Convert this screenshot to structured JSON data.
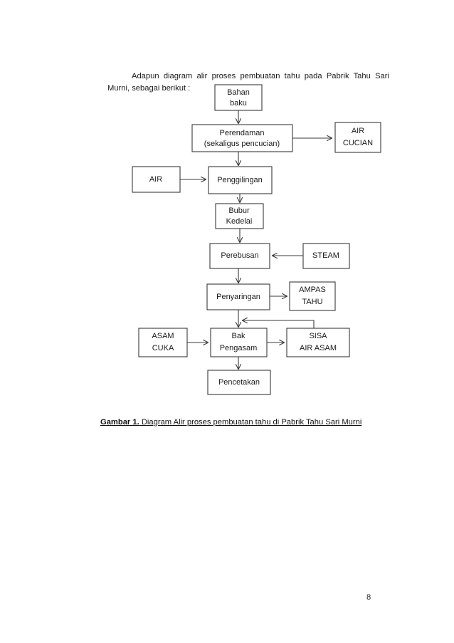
{
  "document": {
    "intro_paragraph": "Adapun diagram alir proses pembuatan tahu pada Pabrik Tahu Sari Murni, sebagai berikut :",
    "page_number": "8"
  },
  "figure": {
    "caption_label": "Gambar 1.",
    "caption_text": " Diagram Alir proses pembuatan tahu di Pabrik Tahu Sari Murni",
    "colors": {
      "stroke": "#3a3a3a",
      "box_fill": "#ffffff",
      "text": "#1a1a1a"
    },
    "nodes": [
      {
        "id": "bahan-baku",
        "line1": "Bahan",
        "line2": "baku"
      },
      {
        "id": "perendaman",
        "line1": "Perendaman",
        "line2": "(sekaligus pencucian)"
      },
      {
        "id": "air-cucian",
        "line1": "AIR",
        "line2": "CUCIAN"
      },
      {
        "id": "air",
        "line1": "AIR",
        "line2": ""
      },
      {
        "id": "penggilingan",
        "line1": "Penggilingan",
        "line2": ""
      },
      {
        "id": "bubur-kedelai",
        "line1": "Bubur",
        "line2": "Kedelai"
      },
      {
        "id": "perebusan",
        "line1": "Perebusan",
        "line2": ""
      },
      {
        "id": "steam",
        "line1": "STEAM",
        "line2": ""
      },
      {
        "id": "penyaringan",
        "line1": "Penyaringan",
        "line2": ""
      },
      {
        "id": "ampas-tahu",
        "line1": "AMPAS",
        "line2": "TAHU"
      },
      {
        "id": "asam-cuka",
        "line1": "ASAM",
        "line2": "CUKA"
      },
      {
        "id": "bak-pengasam",
        "line1": "Bak",
        "line2": "Pengasam"
      },
      {
        "id": "sisa-air-asam",
        "line1": "SISA",
        "line2": "AIR ASAM"
      },
      {
        "id": "pencetakan",
        "line1": "Pencetakan",
        "line2": ""
      }
    ],
    "edges": [
      {
        "from": "bahan-baku",
        "to": "perendaman",
        "direction": "down"
      },
      {
        "from": "perendaman",
        "to": "air-cucian",
        "direction": "right"
      },
      {
        "from": "perendaman",
        "to": "penggilingan",
        "direction": "down"
      },
      {
        "from": "air",
        "to": "penggilingan",
        "direction": "right"
      },
      {
        "from": "penggilingan",
        "to": "bubur-kedelai",
        "direction": "down"
      },
      {
        "from": "bubur-kedelai",
        "to": "perebusan",
        "direction": "down"
      },
      {
        "from": "steam",
        "to": "perebusan",
        "direction": "left"
      },
      {
        "from": "perebusan",
        "to": "penyaringan",
        "direction": "down"
      },
      {
        "from": "penyaringan",
        "to": "ampas-tahu",
        "direction": "right"
      },
      {
        "from": "penyaringan",
        "to": "bak-pengasam",
        "direction": "down"
      },
      {
        "from": "asam-cuka",
        "to": "bak-pengasam",
        "direction": "right"
      },
      {
        "from": "bak-pengasam",
        "to": "sisa-air-asam",
        "direction": "right"
      },
      {
        "from": "sisa-air-asam",
        "to": "bak-pengasam",
        "direction": "recirculation"
      },
      {
        "from": "bak-pengasam",
        "to": "pencetakan",
        "direction": "down"
      }
    ]
  }
}
